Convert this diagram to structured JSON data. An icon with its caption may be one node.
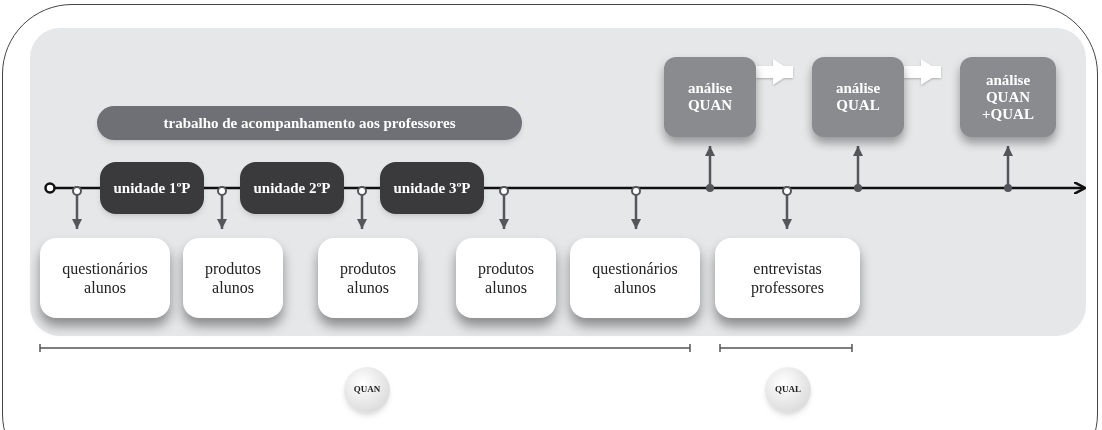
{
  "diagram": {
    "nodes": [
      {
        "text": [
          "trabalho de acompanhamento aos professores"
        ]
      },
      {
        "text": [
          "unidade 1ºP"
        ]
      },
      {
        "text": [
          "unidade 2ºP"
        ]
      },
      {
        "text": [
          "unidade 3ºP"
        ]
      },
      {
        "text": [
          "análise QUAN"
        ]
      },
      {
        "text": [
          "análise QUAL"
        ]
      },
      {
        "text": [
          "análise QUAN +QUAL"
        ]
      },
      {
        "text": [
          "questionários alunos"
        ]
      },
      {
        "text": [
          "produtos alunos"
        ]
      },
      {
        "text": [
          "produtos alunos"
        ]
      },
      {
        "text": [
          "produtos alunos"
        ]
      },
      {
        "text": [
          "questionários alunos"
        ]
      },
      {
        "text": [
          "entrevistas professores"
        ]
      },
      {
        "text": [
          "QUAN"
        ]
      },
      {
        "text": [
          "QUAL"
        ]
      }
    ],
    "edges": [
      {
        "from": null,
        "to": 7,
        "arrow": "to"
      },
      {
        "from": null,
        "to": 8,
        "arrow": "to"
      },
      {
        "from": null,
        "to": 9,
        "arrow": "to"
      },
      {
        "from": null,
        "to": 10,
        "arrow": "to"
      },
      {
        "from": null,
        "to": 11,
        "arrow": "to"
      },
      {
        "from": null,
        "to": 12,
        "arrow": "to"
      },
      {
        "from": null,
        "to": 4,
        "arrow": "to"
      },
      {
        "from": null,
        "to": 5,
        "arrow": "to"
      },
      {
        "from": null,
        "to": 6,
        "arrow": "to"
      },
      {
        "from": 4,
        "to": 5,
        "arrow": "to",
        "style": "thick",
        "color": "#ffffff"
      },
      {
        "from": 5,
        "to": 6,
        "arrow": "to",
        "style": "thick",
        "color": "#ffffff"
      }
    ]
  }
}
